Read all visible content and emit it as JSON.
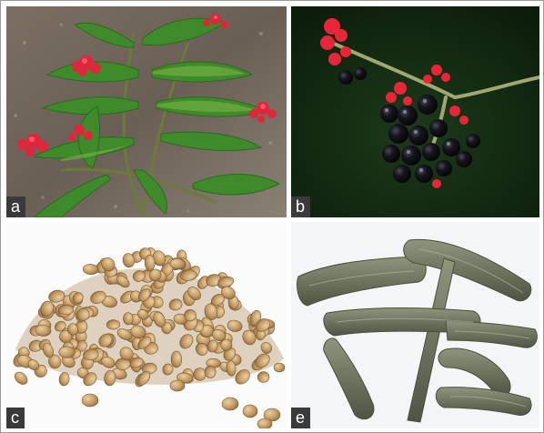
{
  "panels": [
    {
      "id": "a",
      "label": "a"
    },
    {
      "id": "b",
      "label": "b"
    },
    {
      "id": "c",
      "label": "c"
    },
    {
      "id": "e",
      "label": "e"
    }
  ]
}
